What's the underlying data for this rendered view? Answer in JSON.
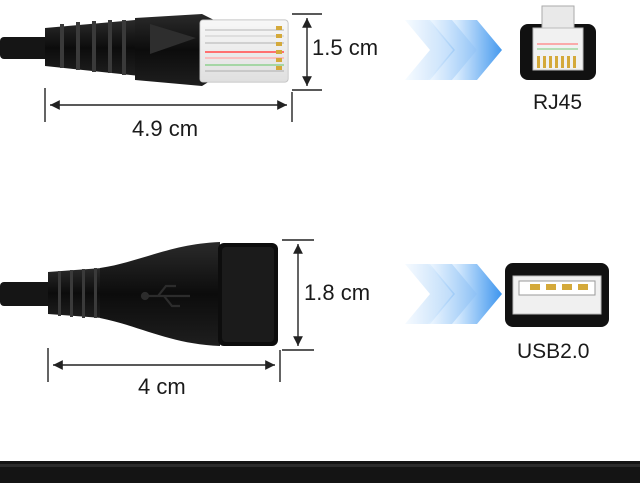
{
  "rj45": {
    "height_label": "1.5 cm",
    "length_label": "4.9 cm",
    "port_label": "RJ45"
  },
  "usb": {
    "height_label": "1.8 cm",
    "length_label": "4 cm",
    "port_label": "USB2.0"
  },
  "colors": {
    "cable": "#111111",
    "arrow_light": "#dbeefe",
    "arrow_dark": "#3d95ee",
    "dimension_line": "#222222"
  }
}
